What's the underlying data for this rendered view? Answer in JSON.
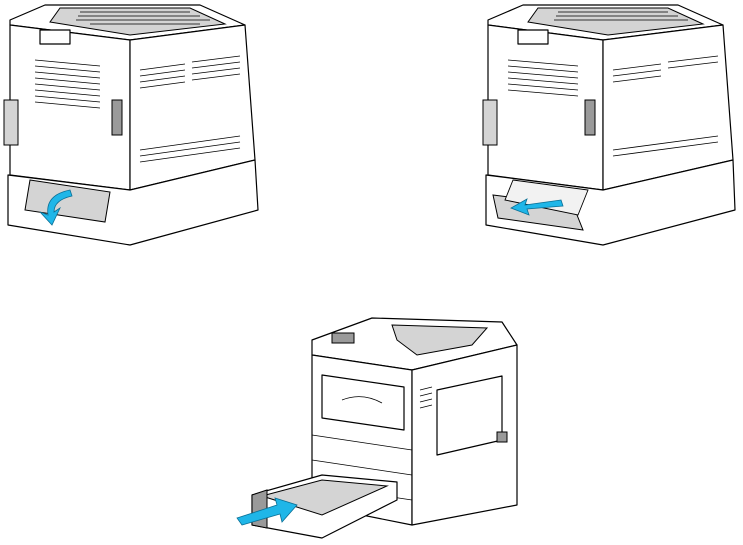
{
  "figure": {
    "steps": [
      {
        "id": "open-rear-door",
        "arrow_direction": "down-out",
        "arrow_color": "#1fb6e8"
      },
      {
        "id": "remove-jammed-paper",
        "arrow_direction": "out",
        "arrow_color": "#1fb6e8"
      },
      {
        "id": "insert-tray",
        "arrow_direction": "in",
        "arrow_color": "#1fb6e8"
      }
    ]
  }
}
